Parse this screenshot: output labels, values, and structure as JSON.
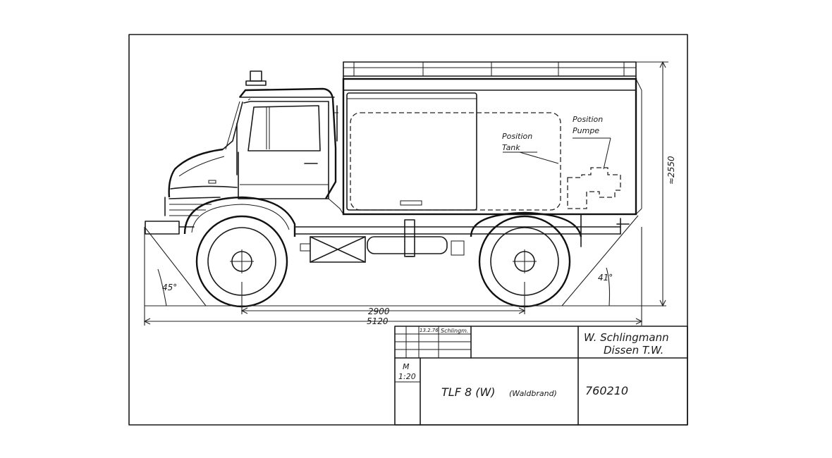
{
  "dimensions": {
    "overall_length": "5120",
    "wheelbase": "2900",
    "height": "≈2550",
    "approach_angle": "45°",
    "departure_angle": "41°"
  },
  "annotations": {
    "tank": [
      "Position",
      "Tank"
    ],
    "pump": [
      "Position",
      "Pumpe"
    ]
  },
  "title_block": {
    "author": "W. Schlingmann",
    "location": "Dissen T.W.",
    "scale_label": "M",
    "scale": "1:20",
    "vehicle": "TLF 8 (W)",
    "vehicle_note": "(Waldbrand)",
    "drawing_number": "760210",
    "date": "13.2.76",
    "signature": "Schlingm."
  }
}
